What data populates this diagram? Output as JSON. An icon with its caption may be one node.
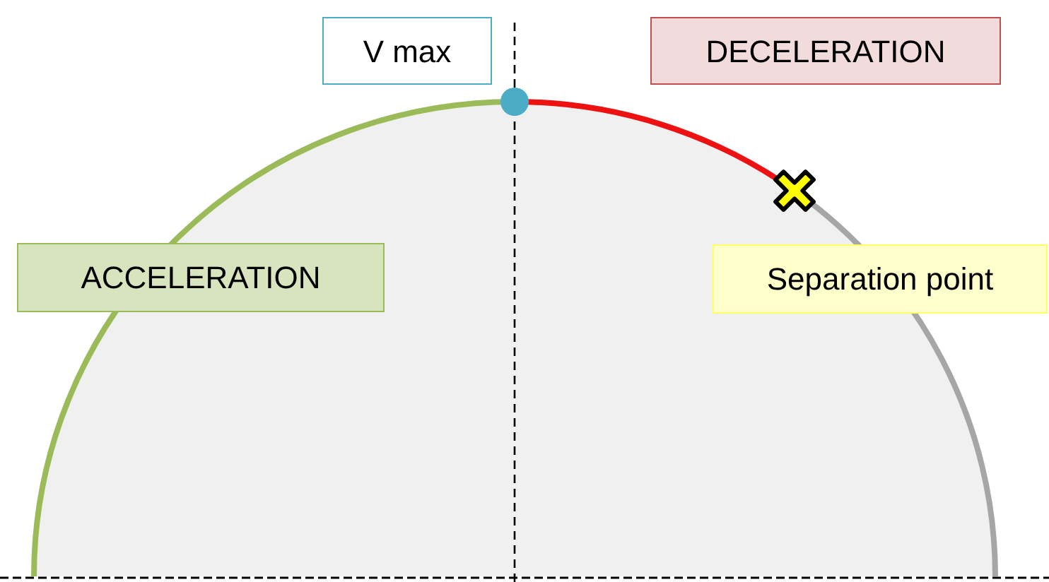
{
  "diagram": {
    "nodes": [
      {
        "text": [
          "V max"
        ]
      },
      {
        "text": [
          "DECELERATION"
        ]
      },
      {
        "text": [
          "ACCELERATION"
        ]
      },
      {
        "text": [
          "Separation point"
        ]
      }
    ]
  }
}
